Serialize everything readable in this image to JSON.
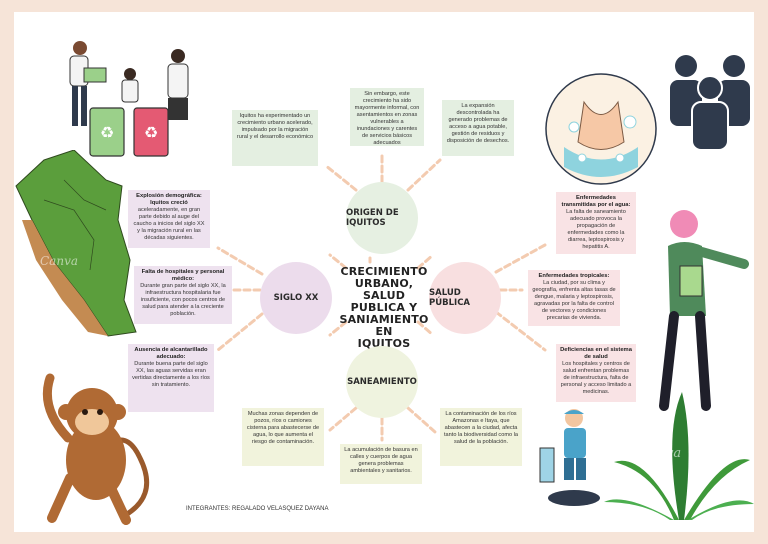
{
  "center": {
    "title_l1": "CRECIMIENTO",
    "title_l2": "URBANO, SALUD",
    "title_l3": "PUBLICA Y",
    "title_l4": "SANIAMIENTO EN",
    "title_l5": "IQUITOS"
  },
  "branches": {
    "origen": "ORIGEN DE IQUITOS",
    "siglo": "SIGLO XX",
    "salud": "SALUD PÚBLICA",
    "saneamiento": "SANEAMIENTO"
  },
  "notes": {
    "origen_1": "Iquitos ha experimentado un crecimiento urbano acelerado, impulsado por la migración rural y el desarrollo económico",
    "origen_2": "Sin embargo, este crecimiento ha sido mayormente informal, con asentamientos en zonas vulnerables a inundaciones y carentes de servicios básicos adecuados",
    "origen_3": "La expansión descontrolada ha generado problemas de acceso a agua potable, gestión de residuos y disposición de desechos.",
    "siglo_1_title": "Explosión demográfica: Iquitos creció",
    "siglo_1_body": "aceleradamente, en gran parte debido al auge del caucho a inicios del siglo XX y la migración rural en las décadas siguientes.",
    "siglo_2_title": "Falta de hospitales y personal médico:",
    "siglo_2_body": "Durante gran parte del siglo XX, la infraestructura hospitalaria fue insuficiente, con pocos centros de salud para atender a la creciente población.",
    "siglo_3_title": "Ausencia de alcantarillado adecuado:",
    "siglo_3_body": "Durante buena parte del siglo XX, las aguas servidas eran vertidas directamente a los ríos sin tratamiento.",
    "salud_1_title": "Enfermedades transmitidas por el agua:",
    "salud_1_body": "La falta de saneamiento adecuado provoca la propagación de enfermedades como la diarrea, leptospirosis y hepatitis A.",
    "salud_2_title": "Enfermedades tropicales:",
    "salud_2_body": "La ciudad, por su clima y geografía, enfrenta altas tasas de dengue, malaria y leptospirosis, agravadas por la falta de control de vectores y condiciones precarias de vivienda.",
    "salud_3_title": "Deficiencias en el sistema de salud",
    "salud_3_body": "Los hospitales y centros de salud enfrentan problemas de infraestructura, falta de personal y acceso limitado a medicinas.",
    "san_1": "Muchas zonas dependen de pozos, ríos o camiones cisterna para abastecerse de agua, lo que aumenta el riesgo de contaminación.",
    "san_2": "La acumulación de basura en calles y cuerpos de agua genera problemas ambientales y sanitarios.",
    "san_3": "La contaminación de los ríos Amazonas e Itaya, que abastecen a la ciudad, afecta tanto la biodiversidad como la salud de la población."
  },
  "footer": "INTEGRANTES: REGALADO VELASQUEZ DAYANA",
  "watermarks": {
    "canva_1": "Canva",
    "canva_2": "Canva"
  },
  "colors": {
    "background": "#f6e4d8",
    "dash": "#f3cbb0",
    "origen": "#e6f0e2",
    "siglo": "#ecdcec",
    "salud": "#f8dfe0",
    "saneamiento": "#eff3df"
  }
}
